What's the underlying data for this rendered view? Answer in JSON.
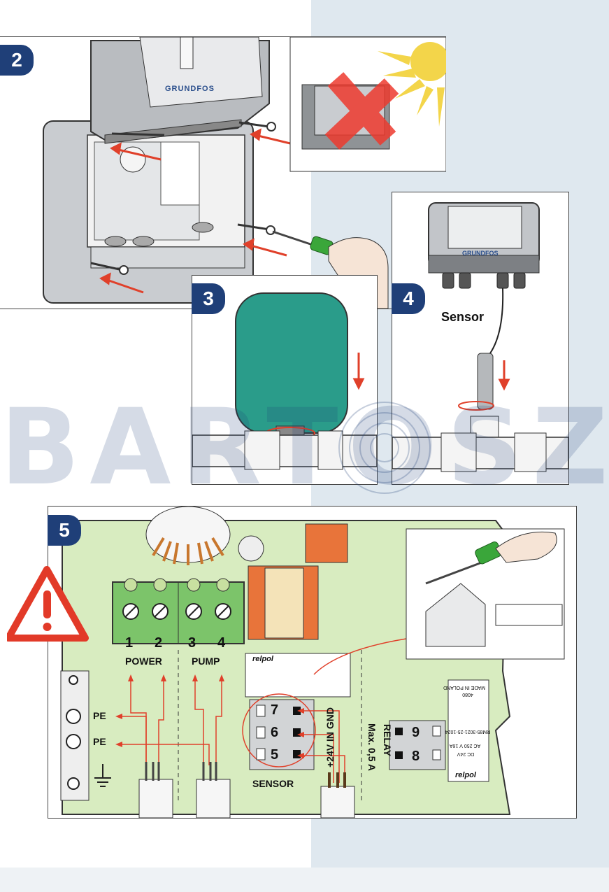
{
  "steps": {
    "s2": "2",
    "s3": "3",
    "s4": "4",
    "s5": "5"
  },
  "brand": {
    "grundfos_logo": "GRUNDFOS",
    "grundfos_logo_small": "GRUNDFOS",
    "relpol_left": "relpol",
    "relpol_right": "relpol"
  },
  "step4": {
    "sensor_label": "Sensor"
  },
  "watermark": {
    "text": "BARTOSZ"
  },
  "terminals": {
    "n1": "1",
    "n2": "2",
    "n3": "3",
    "n4": "4",
    "power_label": "POWER",
    "pump_label": "PUMP",
    "pe1": "PE",
    "pe2": "PE",
    "n5": "5",
    "n6": "6",
    "n7": "7",
    "n8": "8",
    "n9": "9",
    "sensor_label": "SENSOR",
    "sensor_wires": "+24V IN GND",
    "relay_label": "RELAY",
    "relay_max": "Max. 0,5 A"
  },
  "relay_specs": {
    "model": "RM85-3021-25-1024",
    "dc": "DC 24V",
    "ac": "AC 250 V 16A",
    "made": "MADE IN POLAND",
    "code": "4080"
  },
  "colors": {
    "step_badge": "#1f3f78",
    "pcb_green": "#d8ecc0",
    "terminal_green": "#7cc46a",
    "tank_teal": "#2a9c8a",
    "arrow_red": "#e0402a",
    "warning_red": "#e23a28",
    "coil_orange": "#e8743a"
  }
}
